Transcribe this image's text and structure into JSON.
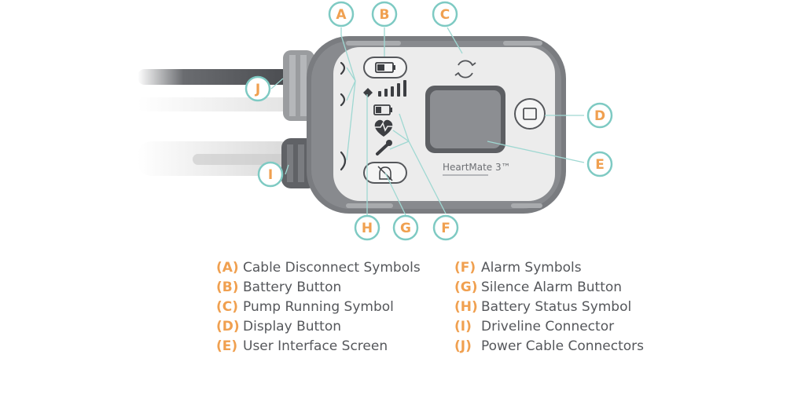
{
  "device": {
    "brand": "HeartMate 3™"
  },
  "callouts": [
    {
      "id": "A",
      "letter": "A"
    },
    {
      "id": "B",
      "letter": "B"
    },
    {
      "id": "C",
      "letter": "C"
    },
    {
      "id": "D",
      "letter": "D"
    },
    {
      "id": "E",
      "letter": "E"
    },
    {
      "id": "F",
      "letter": "F"
    },
    {
      "id": "G",
      "letter": "G"
    },
    {
      "id": "H",
      "letter": "H"
    },
    {
      "id": "I",
      "letter": "I"
    },
    {
      "id": "J",
      "letter": "J"
    }
  ],
  "legend": {
    "left": [
      {
        "key": "(A)",
        "label": "Cable Disconnect Symbols"
      },
      {
        "key": "(B)",
        "label": "Battery Button"
      },
      {
        "key": "(C)",
        "label": "Pump Running Symbol"
      },
      {
        "key": "(D)",
        "label": "Display Button"
      },
      {
        "key": "(E)",
        "label": "User Interface Screen"
      }
    ],
    "right": [
      {
        "key": "(F)",
        "label": "Alarm Symbols"
      },
      {
        "key": "(G)",
        "label": "Silence Alarm Button"
      },
      {
        "key": "(H)",
        "label": "Battery Status Symbol"
      },
      {
        "key": "(I)",
        "label": "Driveline Connector"
      },
      {
        "key": "(J)",
        "label": "Power Cable Connectors"
      }
    ]
  },
  "colors": {
    "accent": "#f0a050",
    "callout_ring": "#7ecac3",
    "device_body": "#7a7c80",
    "faceplate": "#ececec",
    "text": "#55575b"
  }
}
